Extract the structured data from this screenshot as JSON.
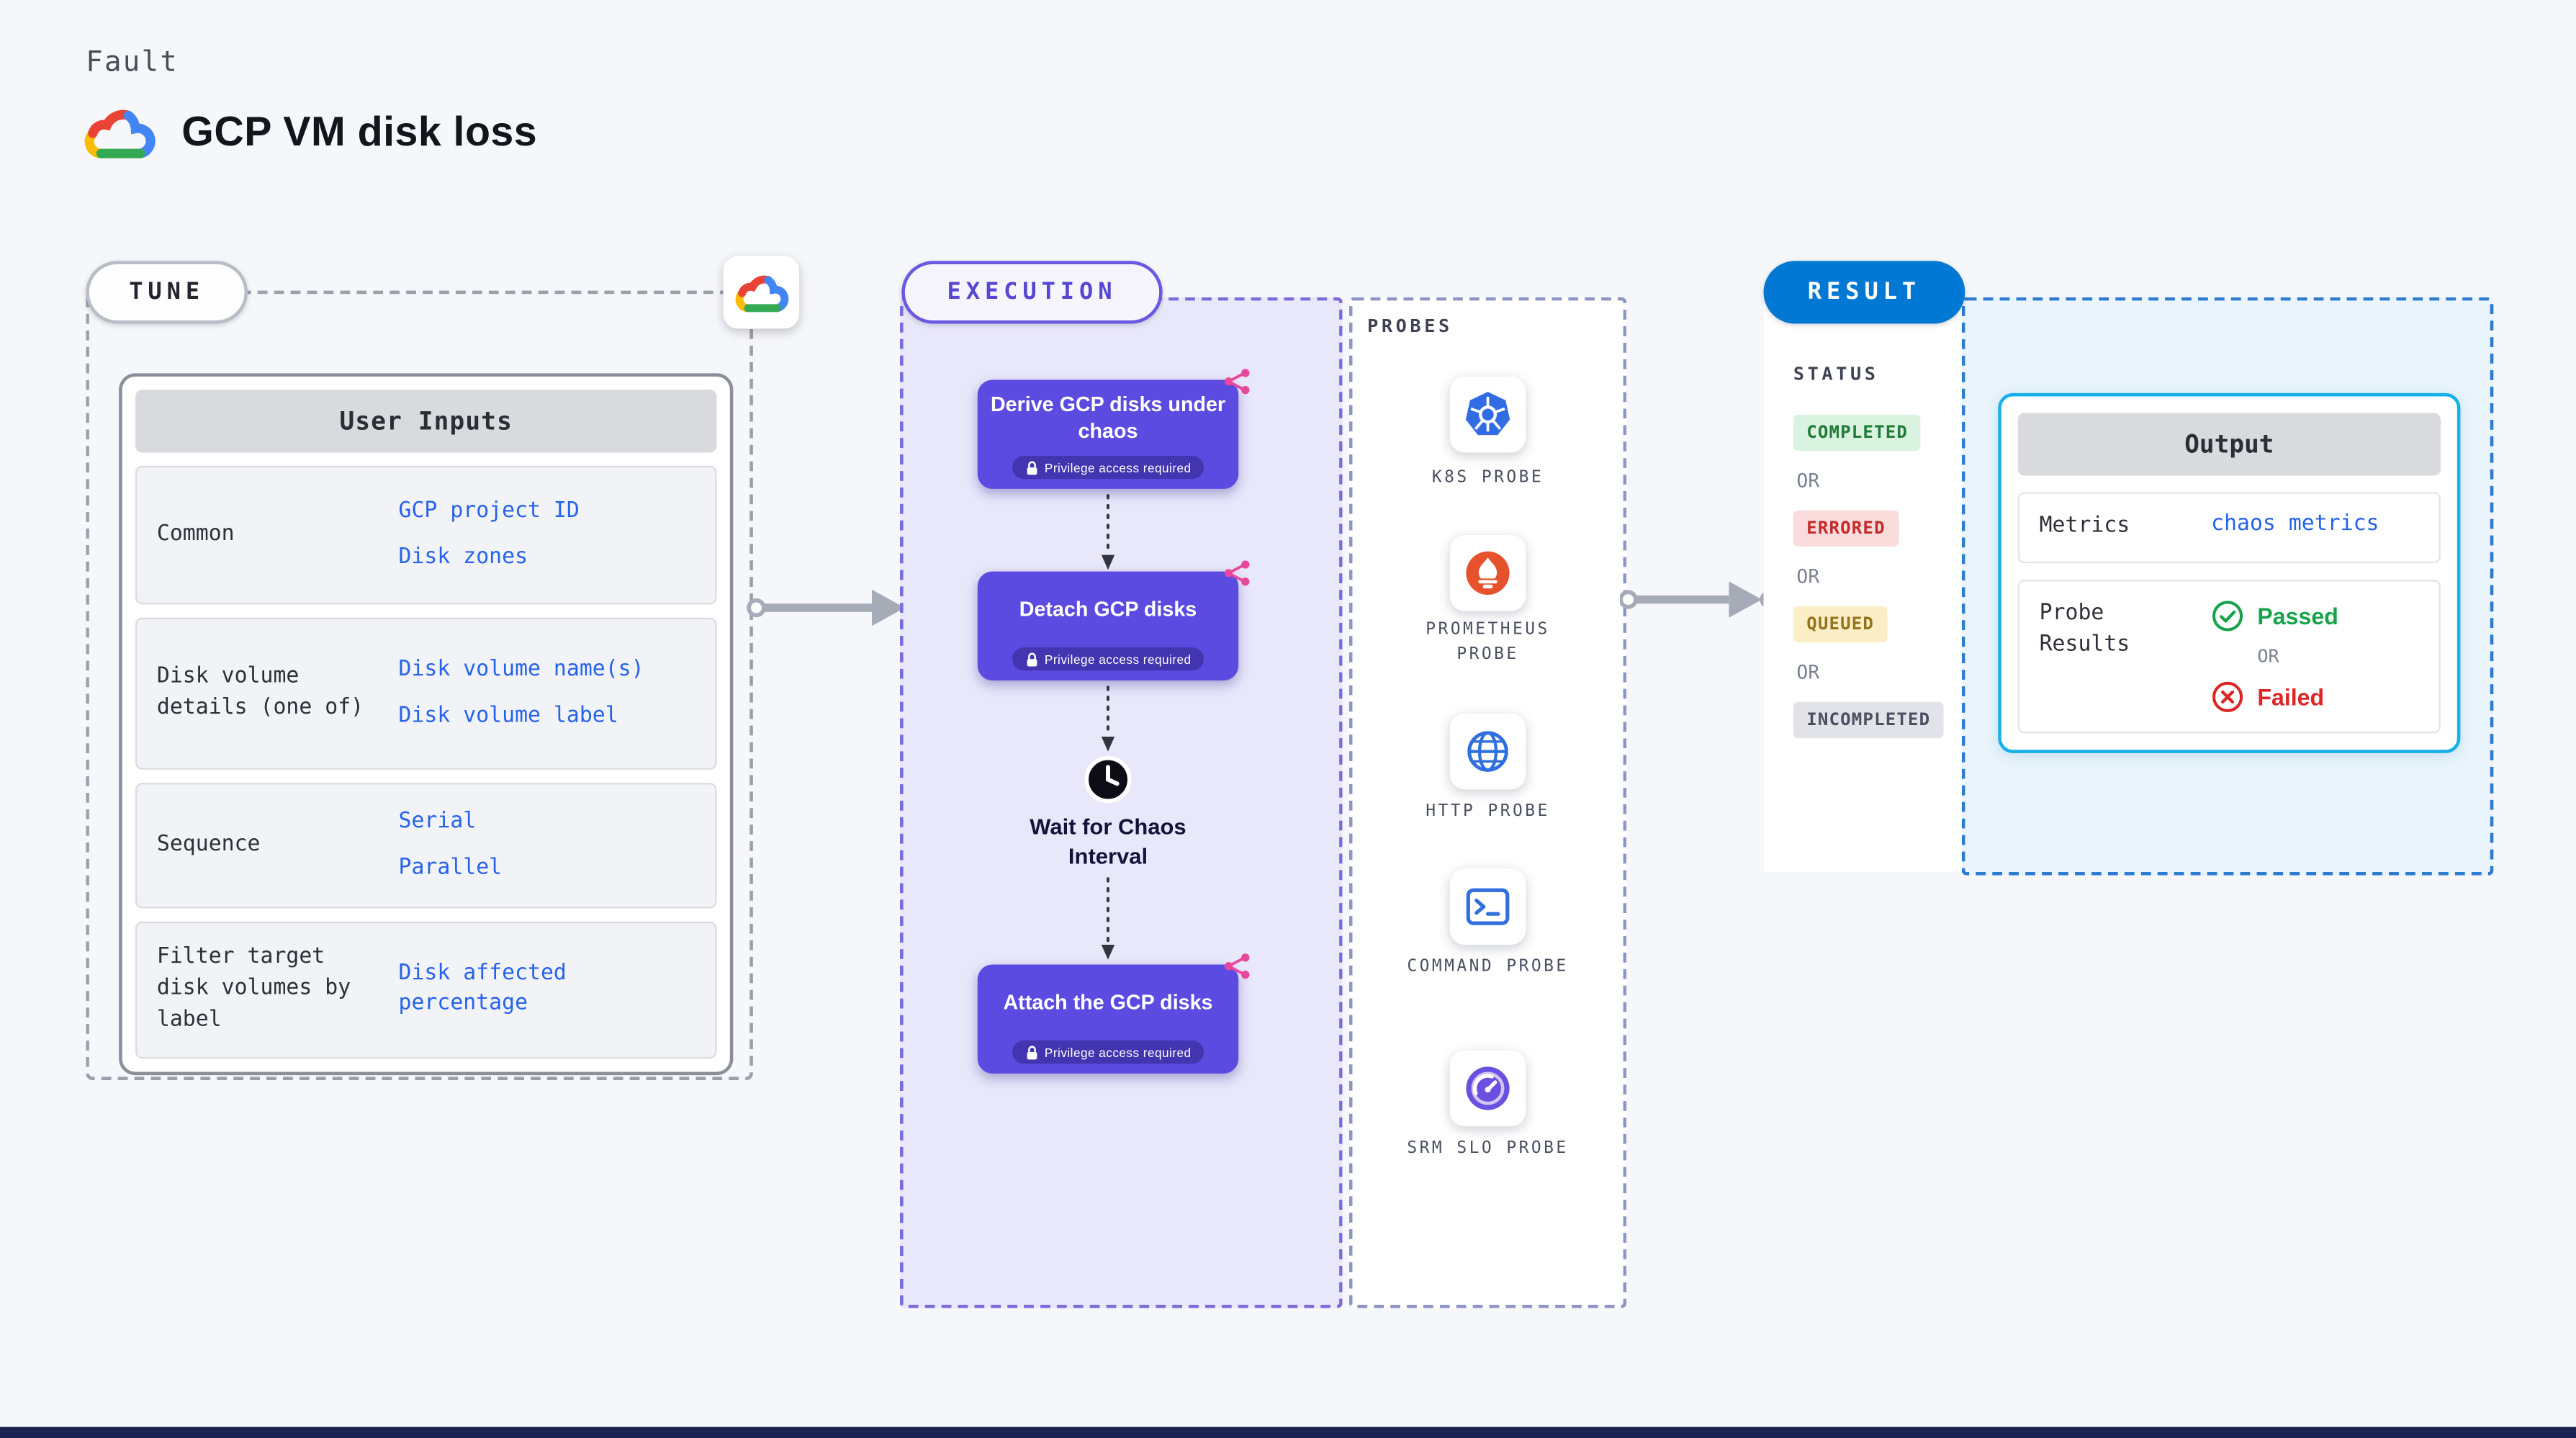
{
  "page": {
    "kicker": "Fault",
    "title": "GCP VM disk loss"
  },
  "tune": {
    "pill": "TUNE",
    "card_header": "User Inputs",
    "rows": [
      {
        "label": "Common",
        "values": [
          "GCP project ID",
          "Disk zones"
        ]
      },
      {
        "label": "Disk volume details (one of)",
        "values": [
          "Disk volume name(s)",
          "Disk volume label"
        ]
      },
      {
        "label": "Sequence",
        "values": [
          "Serial",
          "Parallel"
        ]
      },
      {
        "label": "Filter target disk volumes by label",
        "values": [
          "Disk affected percentage"
        ]
      }
    ]
  },
  "execution": {
    "pill": "EXECUTION",
    "steps": [
      {
        "label": "Derive GCP disks under chaos",
        "badge": "Privilege access required"
      },
      {
        "label": "Detach GCP disks",
        "badge": "Privilege access required"
      },
      {
        "label": "Attach the GCP disks",
        "badge": "Privilege access required"
      }
    ],
    "wait_label": "Wait for Chaos Interval"
  },
  "probes": {
    "title": "PROBES",
    "items": [
      {
        "label": "K8S PROBE",
        "icon": "kubernetes-icon"
      },
      {
        "label": "PROMETHEUS PROBE",
        "icon": "prometheus-icon"
      },
      {
        "label": "HTTP PROBE",
        "icon": "http-globe-icon"
      },
      {
        "label": "COMMAND PROBE",
        "icon": "command-terminal-icon"
      },
      {
        "label": "SRM SLO PROBE",
        "icon": "srm-slo-gauge-icon"
      }
    ]
  },
  "result": {
    "pill": "RESULT",
    "status_label": "STATUS",
    "or_label": "OR",
    "statuses": [
      {
        "label": "COMPLETED"
      },
      {
        "label": "ERRORED"
      },
      {
        "label": "QUEUED"
      },
      {
        "label": "INCOMPLETED"
      }
    ],
    "output": {
      "header": "Output",
      "metrics_label": "Metrics",
      "metrics_value": "chaos metrics",
      "probe_results_label": "Probe Results",
      "passed_label": "Passed",
      "or_label": "OR",
      "failed_label": "Failed"
    }
  },
  "colors": {
    "accent_purple": "#5b4be0",
    "harness_blue": "#0278d5",
    "link_blue": "#2563eb",
    "success_green": "#16a34a",
    "error_red": "#dc2626",
    "queued_yellow_bg": "#fbeec6",
    "completed_green_bg": "#daf2e0",
    "errored_red_bg": "#fadcdc",
    "incompleted_gray_bg": "#e1e3e9",
    "execution_bg": "#e9e7fa",
    "result_bg": "#e9f4fc",
    "output_cyan_border": "#18b0e8",
    "fork_pink": "#e8489b"
  }
}
